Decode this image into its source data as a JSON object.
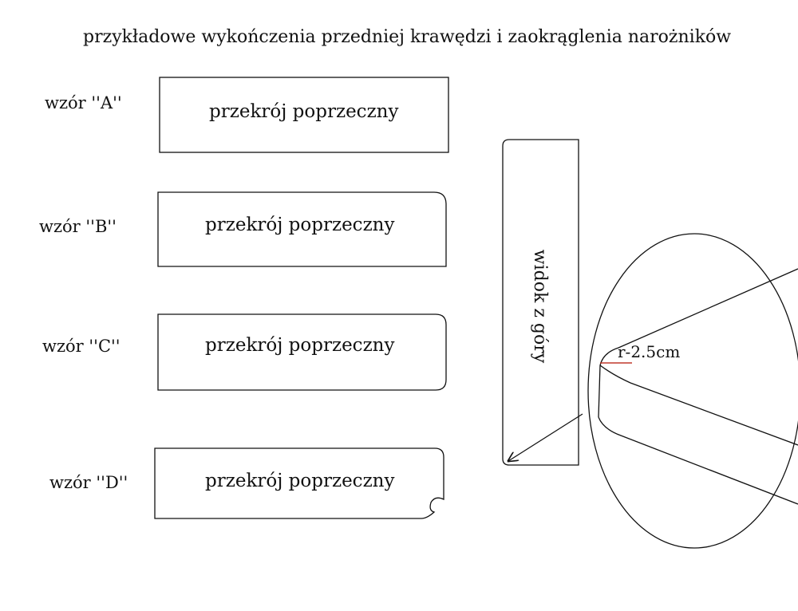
{
  "title": "przykładowe wykończenia przedniej krawędzi i zaokrąglenia narożników",
  "patterns": [
    {
      "label": "wzór ''A''",
      "section_label": "przekrój poprzeczny",
      "edge": "square"
    },
    {
      "label": "wzór ''B''",
      "section_label": "przekrój poprzeczny",
      "edge": "rounded-corners"
    },
    {
      "label": "wzór ''C''",
      "section_label": "przekrój poprzeczny",
      "edge": "rounded-front"
    },
    {
      "label": "wzór ''D''",
      "section_label": "przekrój poprzeczny",
      "edge": "notched-front"
    }
  ],
  "top_view": {
    "label": "widok z góry"
  },
  "detail": {
    "radius_label": "r-2.5cm"
  },
  "colors": {
    "line": "#111111",
    "radius_marker": "#c0392b",
    "background": "#ffffff"
  }
}
